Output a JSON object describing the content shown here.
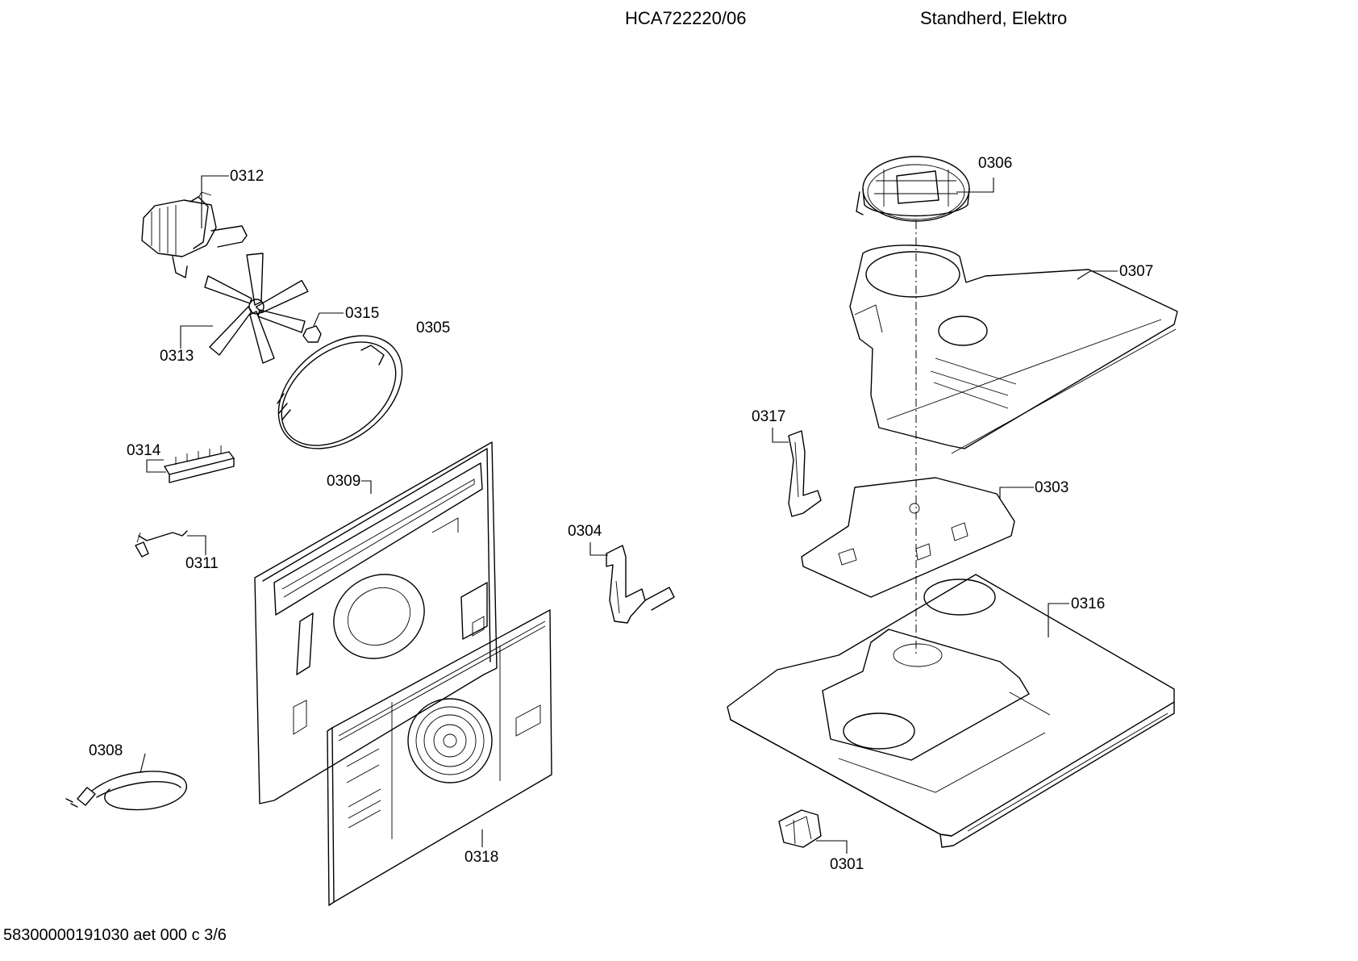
{
  "header": {
    "model": "HCA722220/06",
    "appliance_type": "Standherd, Elektro"
  },
  "footer": {
    "document_code": "58300000191030 aet 000 c 3/6"
  },
  "parts": [
    {
      "id": "p0312",
      "number": "0312"
    },
    {
      "id": "p0313",
      "number": "0313"
    },
    {
      "id": "p0315",
      "number": "0315"
    },
    {
      "id": "p0305",
      "number": "0305"
    },
    {
      "id": "p0314",
      "number": "0314"
    },
    {
      "id": "p0311",
      "number": "0311"
    },
    {
      "id": "p0309",
      "number": "0309"
    },
    {
      "id": "p0318",
      "number": "0318"
    },
    {
      "id": "p0304",
      "number": "0304"
    },
    {
      "id": "p0308",
      "number": "0308"
    },
    {
      "id": "p0306",
      "number": "0306"
    },
    {
      "id": "p0307",
      "number": "0307"
    },
    {
      "id": "p0317",
      "number": "0317"
    },
    {
      "id": "p0303",
      "number": "0303"
    },
    {
      "id": "p0316",
      "number": "0316"
    },
    {
      "id": "p0301",
      "number": "0301"
    }
  ]
}
